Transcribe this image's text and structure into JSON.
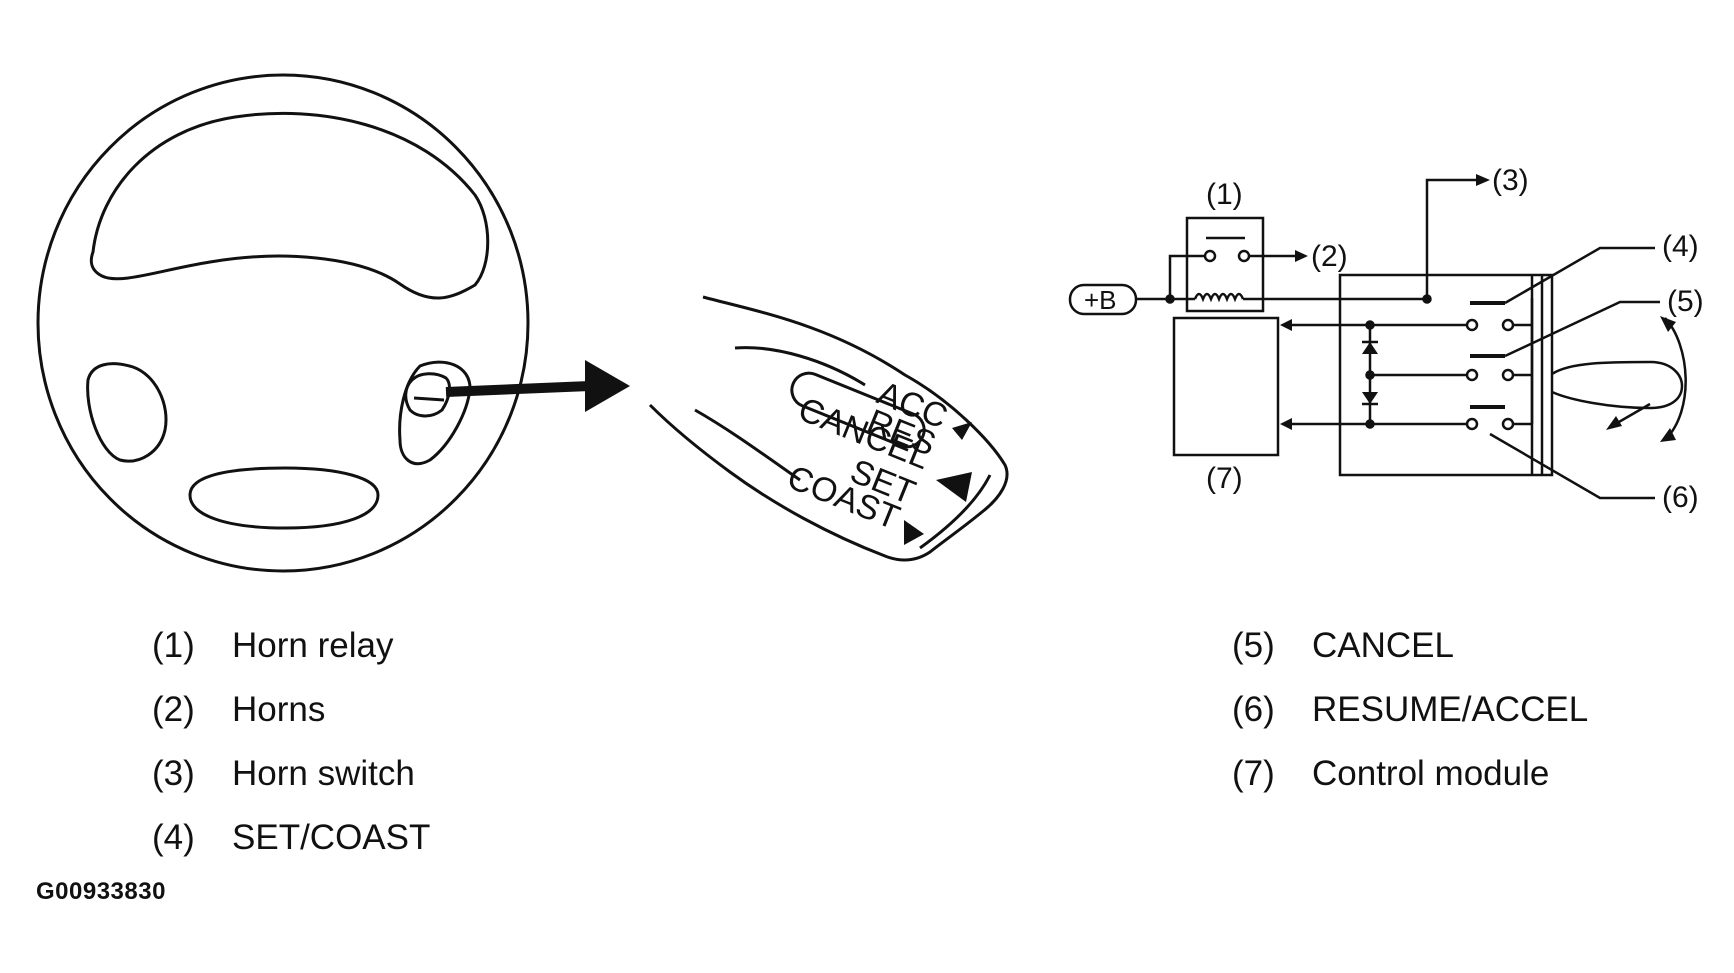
{
  "lever_labels": {
    "acc": "ACC",
    "res": "RES",
    "cancel": "CANCEL",
    "set": "SET",
    "coast": "COAST"
  },
  "callouts": {
    "c1": "(1)",
    "c2": "(2)",
    "c3": "(3)",
    "c4": "(4)",
    "c5": "(5)",
    "c6": "(6)",
    "c7": "(7)",
    "plus_b": "+B"
  },
  "legend_left": [
    {
      "num": "(1)",
      "label": "Horn relay"
    },
    {
      "num": "(2)",
      "label": "Horns"
    },
    {
      "num": "(3)",
      "label": "Horn switch"
    },
    {
      "num": "(4)",
      "label": "SET/COAST"
    }
  ],
  "legend_right": [
    {
      "num": "(5)",
      "label": "CANCEL"
    },
    {
      "num": "(6)",
      "label": "RESUME/ACCEL"
    },
    {
      "num": "(7)",
      "label": "Control module"
    }
  ],
  "figure_id": "G00933830"
}
